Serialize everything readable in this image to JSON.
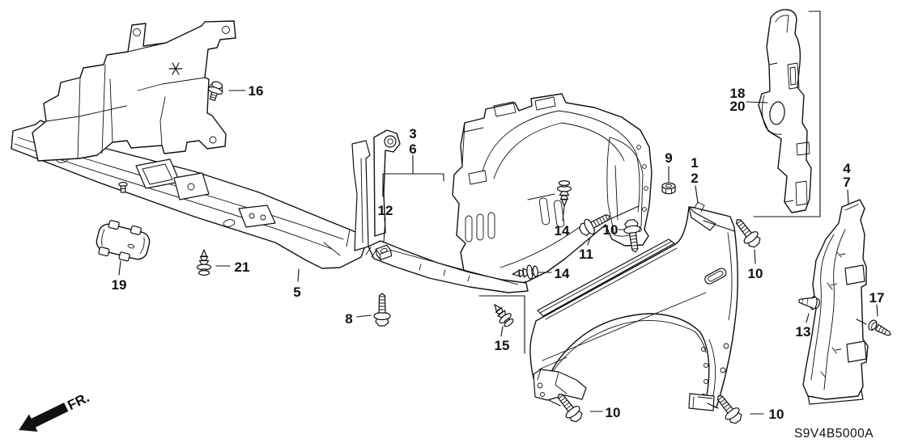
{
  "diagram": {
    "code": "S9V4B5000A",
    "direction_label": "FR.",
    "callouts": {
      "c1": "1",
      "c2": "2",
      "c3": "3",
      "c4": "4",
      "c5": "5",
      "c6": "6",
      "c7": "7",
      "c8": "8",
      "c9": "9",
      "c10a": "10",
      "c10b": "10",
      "c10c": "10",
      "c10d": "10",
      "c11": "11",
      "c12": "12",
      "c13": "13",
      "c14a": "14",
      "c14b": "14",
      "c15": "15",
      "c16": "16",
      "c17": "17",
      "c18": "18",
      "c19": "19",
      "c20": "20",
      "c21": "21"
    },
    "colors": {
      "background": "#ffffff",
      "line": "#111111"
    }
  }
}
